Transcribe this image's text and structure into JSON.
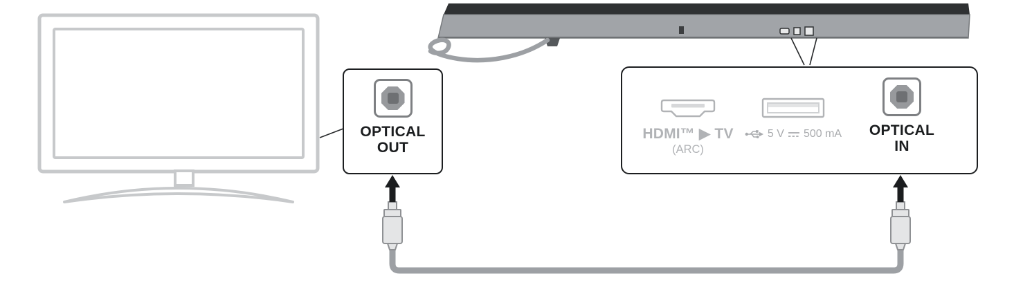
{
  "optical_out": {
    "line1": "OPTICAL",
    "line2": "OUT"
  },
  "rear_panel": {
    "hdmi": {
      "label": "HDMI™ ▶ TV",
      "sublabel": "(ARC)"
    },
    "usb": {
      "voltage": "5 V",
      "current": "500 mA"
    },
    "optical_in": {
      "line1": "OPTICAL",
      "line2": "IN"
    }
  },
  "icons": {
    "optical-port-icon": "square toslink port with octagonal dark inlay",
    "hdmi-port-icon": "hdmi trapezoid connector outline",
    "usb-port-icon": "usb-a rectangular connector outline",
    "usb-symbol-icon": "usb trident symbol",
    "dc-symbol-icon": "solid line over dashed line (direct current)",
    "arrow-up-icon": "solid black upward arrow",
    "optical-cable-plug-icon": "gray toslink cable plug"
  },
  "colors": {
    "outline_gray": "#c7c9cb",
    "soundbar_gray": "#a1a4a8",
    "soundbar_dark": "#2f3133",
    "muted_label": "#b1b3b6",
    "black_label": "#1b1d1f",
    "cable_gray": "#9da0a4"
  }
}
